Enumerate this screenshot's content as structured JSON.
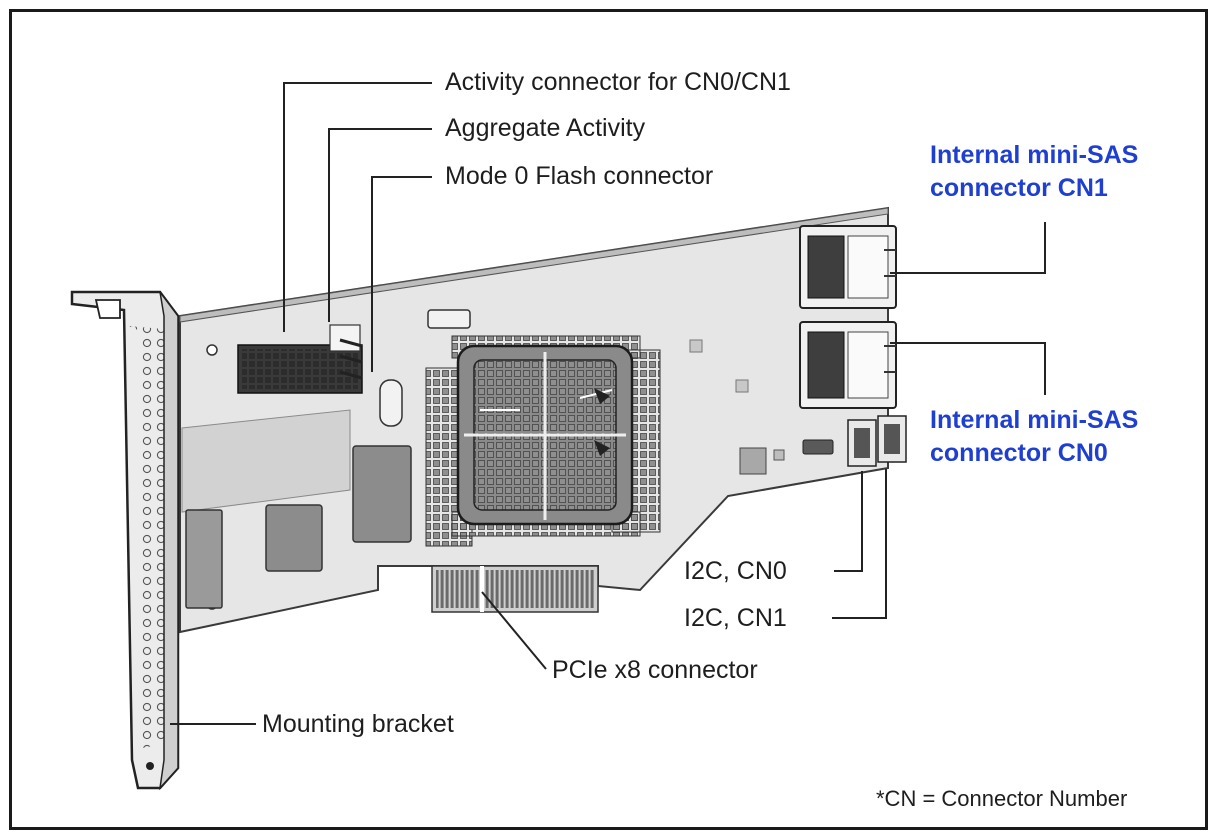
{
  "colors": {
    "highlight": "#1f3fd1",
    "ink": "#1e1e1e",
    "board": "#e4e4e4",
    "shadow": "#bcbcbc"
  },
  "callouts": {
    "activity_connector": "Activity connector for CN0/CN1",
    "aggregate_activity": "Aggregate Activity",
    "mode0_flash": "Mode 0 Flash connector",
    "i2c_cn0": "I2C, CN0",
    "i2c_cn1": "I2C, CN1",
    "pcie_connector": "PCIe x8 connector",
    "mounting_bracket": "Mounting bracket"
  },
  "highlighted": {
    "cn1": {
      "line1": "Internal mini-SAS",
      "line2": "connector CN1"
    },
    "cn0": {
      "line1": "Internal mini-SAS",
      "line2": "connector CN0"
    }
  },
  "footnote": "*CN = Connector Number"
}
